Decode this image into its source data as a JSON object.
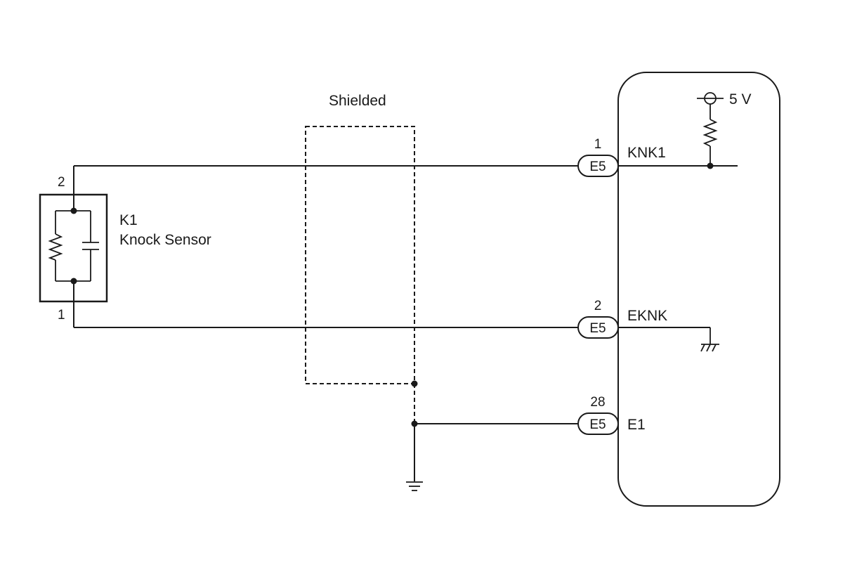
{
  "shield": {
    "label": "Shielded"
  },
  "sensor": {
    "id": "K1",
    "name": "Knock Sensor",
    "pin_top": "2",
    "pin_bottom": "1"
  },
  "ecm": {
    "supply_label": "5 V",
    "terminals": [
      {
        "pin": "1",
        "connector": "E5",
        "signal": "KNK1"
      },
      {
        "pin": "2",
        "connector": "E5",
        "signal": "EKNK"
      },
      {
        "pin": "28",
        "connector": "E5",
        "signal": "E1"
      }
    ]
  },
  "colors": {
    "line": "#1a1a1a",
    "background": "#ffffff"
  }
}
